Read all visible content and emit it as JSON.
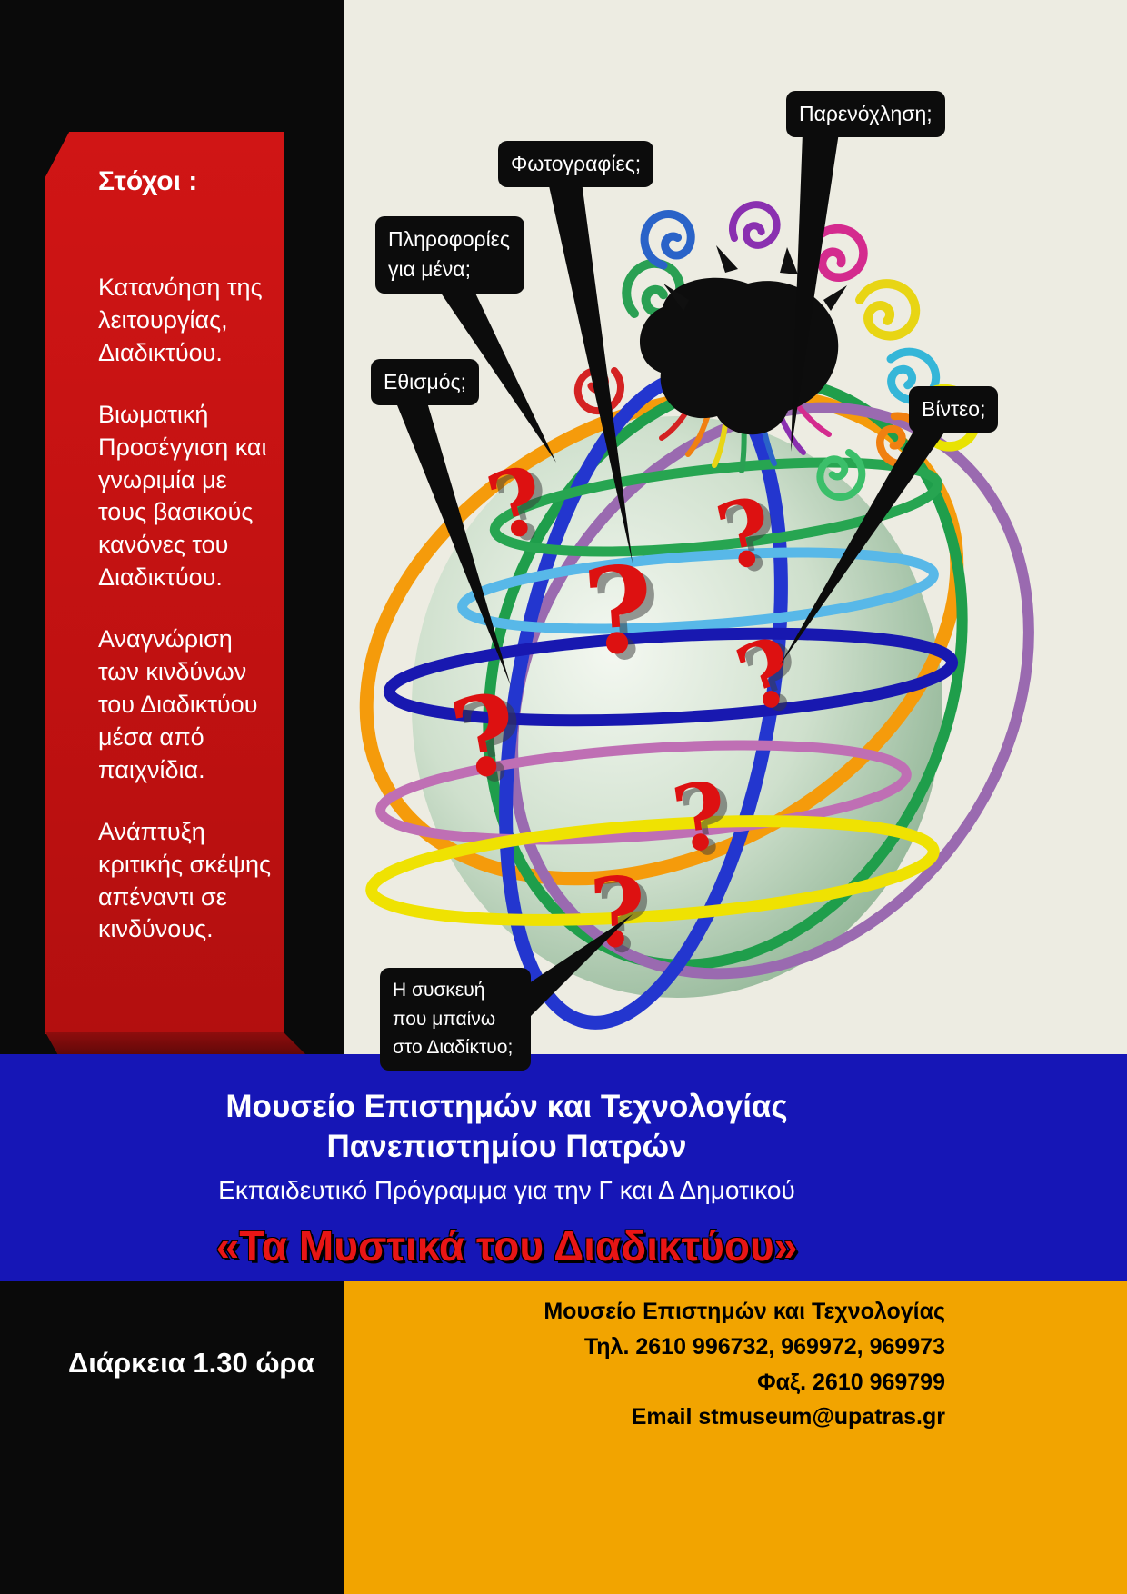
{
  "goals": {
    "heading": "Στόχοι :",
    "items": [
      "Κατανόηση της λειτουργίας, Διαδικτύου.",
      "Βιωματική Προσέγγιση και γνωριμία με τους βασικούς κανόνες του Διαδικτύου.",
      "Αναγνώριση  των  κινδύνων του Διαδικτύου μέσα από παιχνίδια.",
      "Ανάπτυξη κριτικής σκέψης απέναντι σε κινδύνους."
    ]
  },
  "callouts": [
    {
      "id": "harassment",
      "label": "Παρενόχληση;"
    },
    {
      "id": "photos",
      "label": "Φωτογραφίες;"
    },
    {
      "id": "info-about-me",
      "label": "Πληροφορίες για μένα;"
    },
    {
      "id": "addiction",
      "label": "Εθισμός;"
    },
    {
      "id": "video",
      "label": "Βίντεο;"
    },
    {
      "id": "device",
      "label": "Η συσκευή που μπαίνω  στο Διαδίκτυο;"
    }
  ],
  "art": {
    "qmark": "?",
    "question_mark_count": 7,
    "globe": "globe-with-colored-orbit-ribbons",
    "creature": "black-octopus-with-colorful-tentacle-swirls"
  },
  "banner": {
    "museum_line1": "Μουσείο  Επιστημών και Τεχνολογίας",
    "museum_line2": "Πανεπιστημίου Πατρών",
    "program": "Εκπαιδευτικό Πρόγραμμα για την Γ και Δ Δημοτικού",
    "title": "«Τα Μυστικά του Διαδικτύου»"
  },
  "footer": {
    "duration": "Διάρκεια  1.30 ώρα",
    "contact_lines": [
      "Μουσείο Επιστημών και Τεχνολογίας",
      "Τηλ. 2610 996732, 969972, 969973",
      "Φαξ. 2610 969799",
      "Email stmuseum@upatras.gr"
    ]
  },
  "colors": {
    "background_left": "#0a0a0a",
    "ribbon_red": "#c51414",
    "art_background": "#edece2",
    "blue_band": "#1616b6",
    "orange_band": "#f2a400",
    "title_red": "#e81515",
    "question_red": "#dd1111"
  }
}
